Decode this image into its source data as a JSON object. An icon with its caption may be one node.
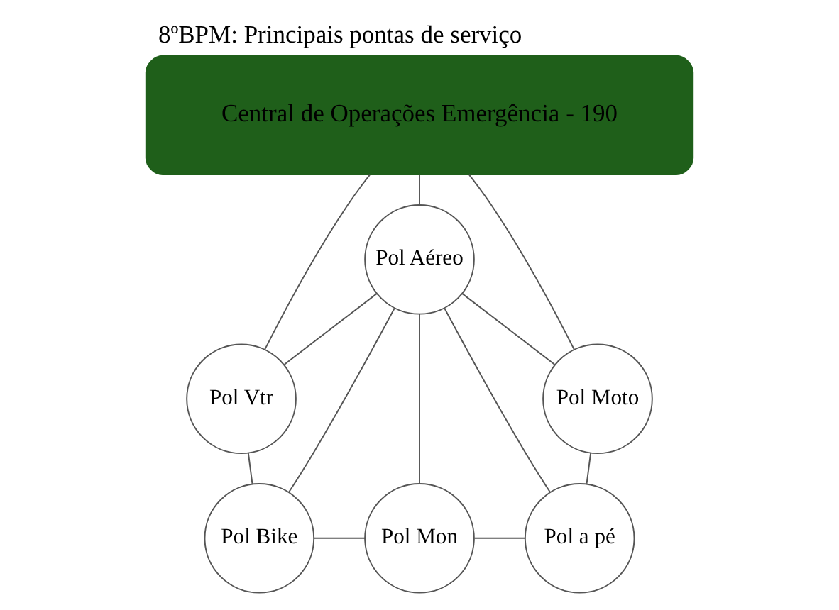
{
  "diagram": {
    "title": "8ºBPM: Principais pontas de serviço",
    "nodes": [
      {
        "text": [
          "Central de Operações Emergência - 190"
        ]
      },
      {
        "text": [
          "Pol Aéreo"
        ]
      },
      {
        "text": [
          "Pol Vtr"
        ]
      },
      {
        "text": [
          "Pol Bike"
        ]
      },
      {
        "text": [
          "Pol Mon"
        ]
      },
      {
        "text": [
          "Pol a pé"
        ]
      },
      {
        "text": [
          "Pol Moto"
        ]
      }
    ],
    "edges": [
      {
        "from": 0,
        "to": 2,
        "arrow": "none"
      },
      {
        "from": 0,
        "to": 1,
        "arrow": "none"
      },
      {
        "from": 0,
        "to": 6,
        "arrow": "none"
      },
      {
        "from": 1,
        "to": 2,
        "arrow": "none"
      },
      {
        "from": 1,
        "to": 3,
        "arrow": "none"
      },
      {
        "from": 1,
        "to": 4,
        "arrow": "none"
      },
      {
        "from": 1,
        "to": 5,
        "arrow": "none"
      },
      {
        "from": 1,
        "to": 6,
        "arrow": "none"
      },
      {
        "from": 2,
        "to": 3,
        "arrow": "none"
      },
      {
        "from": 3,
        "to": 4,
        "arrow": "none"
      },
      {
        "from": 4,
        "to": 5,
        "arrow": "none"
      },
      {
        "from": 5,
        "to": 6,
        "arrow": "none"
      }
    ]
  }
}
